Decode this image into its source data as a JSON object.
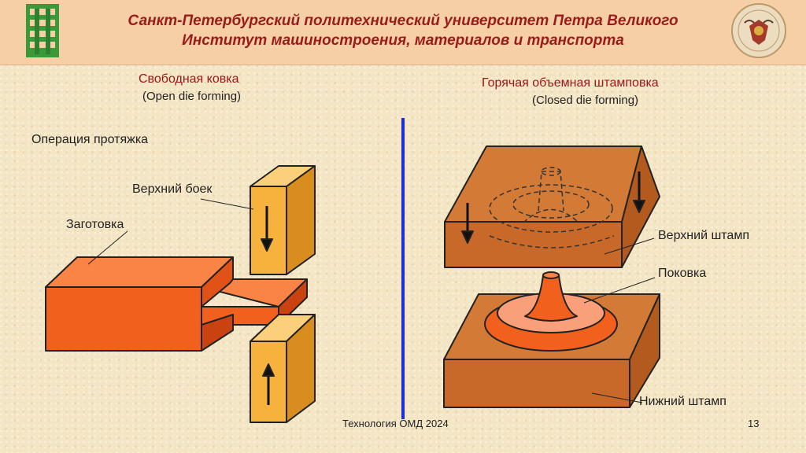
{
  "header": {
    "line1": "Санкт-Петербургский политехнический университет Петра Великого",
    "line2": "Институт машиностроения, материалов и транспорта"
  },
  "left": {
    "title": "Свободная ковка",
    "subtitle": "(Open die forming)",
    "operation": "Операция протяжка",
    "upper_die_label": "Верхний боек",
    "workpiece_label": "Заготовка"
  },
  "right": {
    "title": "Горячая объемная  штамповка",
    "subtitle": "(Closed die forming)",
    "upper_die_label": "Верхний штамп",
    "forging_label": "Поковка",
    "lower_die_label": "Нижний штамп"
  },
  "footer": {
    "course": "Технология ОМД 2024",
    "page_number": "13"
  },
  "colors": {
    "header_bg": "#f7cfa6",
    "title_red": "#9b1b1b",
    "die_left": "#f6b23c",
    "workpiece": "#f2601e",
    "die_right": "#c8692a",
    "divider": "#1a2fd6"
  }
}
